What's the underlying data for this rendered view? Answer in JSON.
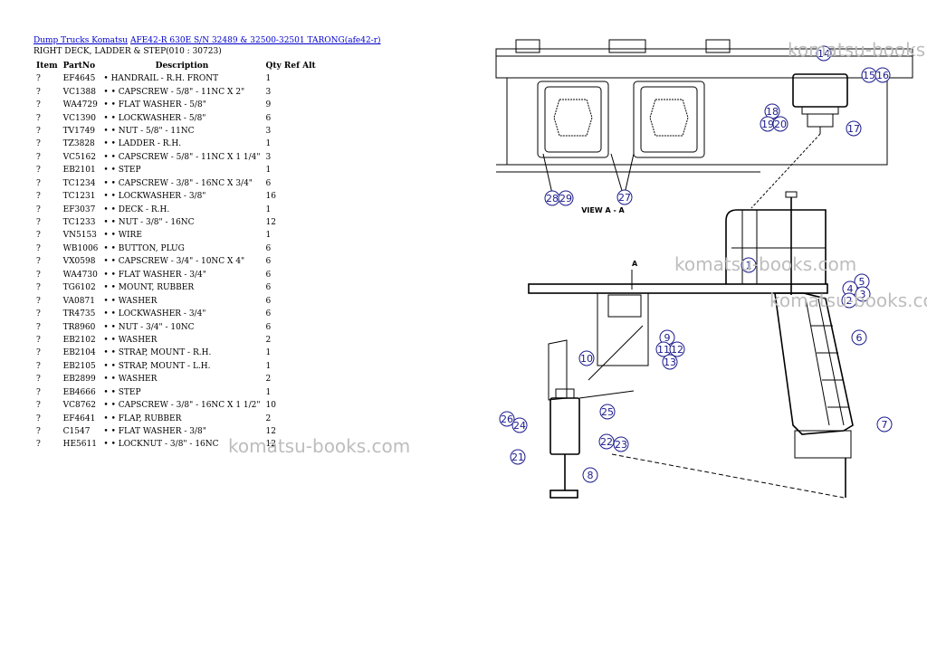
{
  "breadcrumb": {
    "link1": "Dump Trucks Komatsu",
    "link2": "AFE42-R 630E S/N 32489 & 32500-32501 TARONG(afe42-r)"
  },
  "subtitle": "RIGHT DECK, LADDER & STEP(010 : 30723)",
  "table": {
    "headers": {
      "item": "Item",
      "partno": "PartNo",
      "description": "Description",
      "qty": "Qty",
      "ref": "Ref",
      "alt": "Alt"
    },
    "rows": [
      {
        "item": "?",
        "partno": "EF4645",
        "desc": "• HANDRAIL - R.H. FRONT",
        "qty": "1"
      },
      {
        "item": "?",
        "partno": "VC1388",
        "desc": "• • CAPSCREW - 5/8\" - 11NC X 2\"",
        "qty": "3"
      },
      {
        "item": "?",
        "partno": "WA4729",
        "desc": "• • FLAT WASHER - 5/8\"",
        "qty": "9"
      },
      {
        "item": "?",
        "partno": "VC1390",
        "desc": "• • LOCKWASHER - 5/8\"",
        "qty": "6"
      },
      {
        "item": "?",
        "partno": "TV1749",
        "desc": "• • NUT - 5/8\" - 11NC",
        "qty": "3"
      },
      {
        "item": "?",
        "partno": "TZ3828",
        "desc": "• • LADDER - R.H.",
        "qty": "1"
      },
      {
        "item": "?",
        "partno": "VC5162",
        "desc": "• • CAPSCREW - 5/8\" - 11NC X 1 1/4\"",
        "qty": "3"
      },
      {
        "item": "?",
        "partno": "EB2101",
        "desc": "• • STEP",
        "qty": "1"
      },
      {
        "item": "?",
        "partno": "TC1234",
        "desc": "• • CAPSCREW - 3/8\" - 16NC X 3/4\"",
        "qty": "6"
      },
      {
        "item": "?",
        "partno": "TC1231",
        "desc": "• • LOCKWASHER - 3/8\"",
        "qty": "16"
      },
      {
        "item": "?",
        "partno": "EF3037",
        "desc": "• • DECK - R.H.",
        "qty": "1"
      },
      {
        "item": "?",
        "partno": "TC1233",
        "desc": "• • NUT - 3/8\" - 16NC",
        "qty": "12"
      },
      {
        "item": "?",
        "partno": "VN5153",
        "desc": "• • WIRE",
        "qty": "1"
      },
      {
        "item": "?",
        "partno": "WB1006",
        "desc": "• • BUTTON, PLUG",
        "qty": "6"
      },
      {
        "item": "?",
        "partno": "VX0598",
        "desc": "• • CAPSCREW - 3/4\" - 10NC X 4\"",
        "qty": "6"
      },
      {
        "item": "?",
        "partno": "WA4730",
        "desc": "• • FLAT WASHER - 3/4\"",
        "qty": "6"
      },
      {
        "item": "?",
        "partno": "TG6102",
        "desc": "• • MOUNT, RUBBER",
        "qty": "6"
      },
      {
        "item": "?",
        "partno": "VA0871",
        "desc": "• • WASHER",
        "qty": "6"
      },
      {
        "item": "?",
        "partno": "TR4735",
        "desc": "• • LOCKWASHER - 3/4\"",
        "qty": "6"
      },
      {
        "item": "?",
        "partno": "TR8960",
        "desc": "• • NUT - 3/4\" - 10NC",
        "qty": "6"
      },
      {
        "item": "?",
        "partno": "EB2102",
        "desc": "• • WASHER",
        "qty": "2"
      },
      {
        "item": "?",
        "partno": "EB2104",
        "desc": "• • STRAP, MOUNT - R.H.",
        "qty": "1"
      },
      {
        "item": "?",
        "partno": "EB2105",
        "desc": "• • STRAP, MOUNT - L.H.",
        "qty": "1"
      },
      {
        "item": "?",
        "partno": "EB2899",
        "desc": "• • WASHER",
        "qty": "2"
      },
      {
        "item": "?",
        "partno": "EB4666",
        "desc": "• • STEP",
        "qty": "1"
      },
      {
        "item": "?",
        "partno": "VC8762",
        "desc": "• • CAPSCREW - 3/8\" - 16NC X 1 1/2\"",
        "qty": "10"
      },
      {
        "item": "?",
        "partno": "EF4641",
        "desc": "• • FLAP, RUBBER",
        "qty": "2"
      },
      {
        "item": "?",
        "partno": "C1547",
        "desc": "• • FLAT WASHER - 3/8\"",
        "qty": "12"
      },
      {
        "item": "?",
        "partno": "HE5611",
        "desc": "• • LOCKNUT - 3/8\" - 16NC",
        "qty": "12"
      }
    ]
  },
  "watermarks": [
    "komatsu-books.com",
    "komatsu-books.com",
    "komatsu-books.com",
    "komatsu-books.com"
  ],
  "diagram": {
    "view_label": "VIEW A - A",
    "section_mark": "A",
    "callouts": [
      "14",
      "15",
      "16",
      "18",
      "19",
      "20",
      "17",
      "28",
      "29",
      "27",
      "1",
      "5",
      "4",
      "3",
      "2",
      "6",
      "9",
      "10",
      "11",
      "12",
      "13",
      "8",
      "25",
      "24",
      "26",
      "7",
      "21",
      "22",
      "23"
    ]
  },
  "colors": {
    "link": "#0000cc",
    "callout": "#1a1a8c",
    "watermark": "#bdbdbd"
  }
}
